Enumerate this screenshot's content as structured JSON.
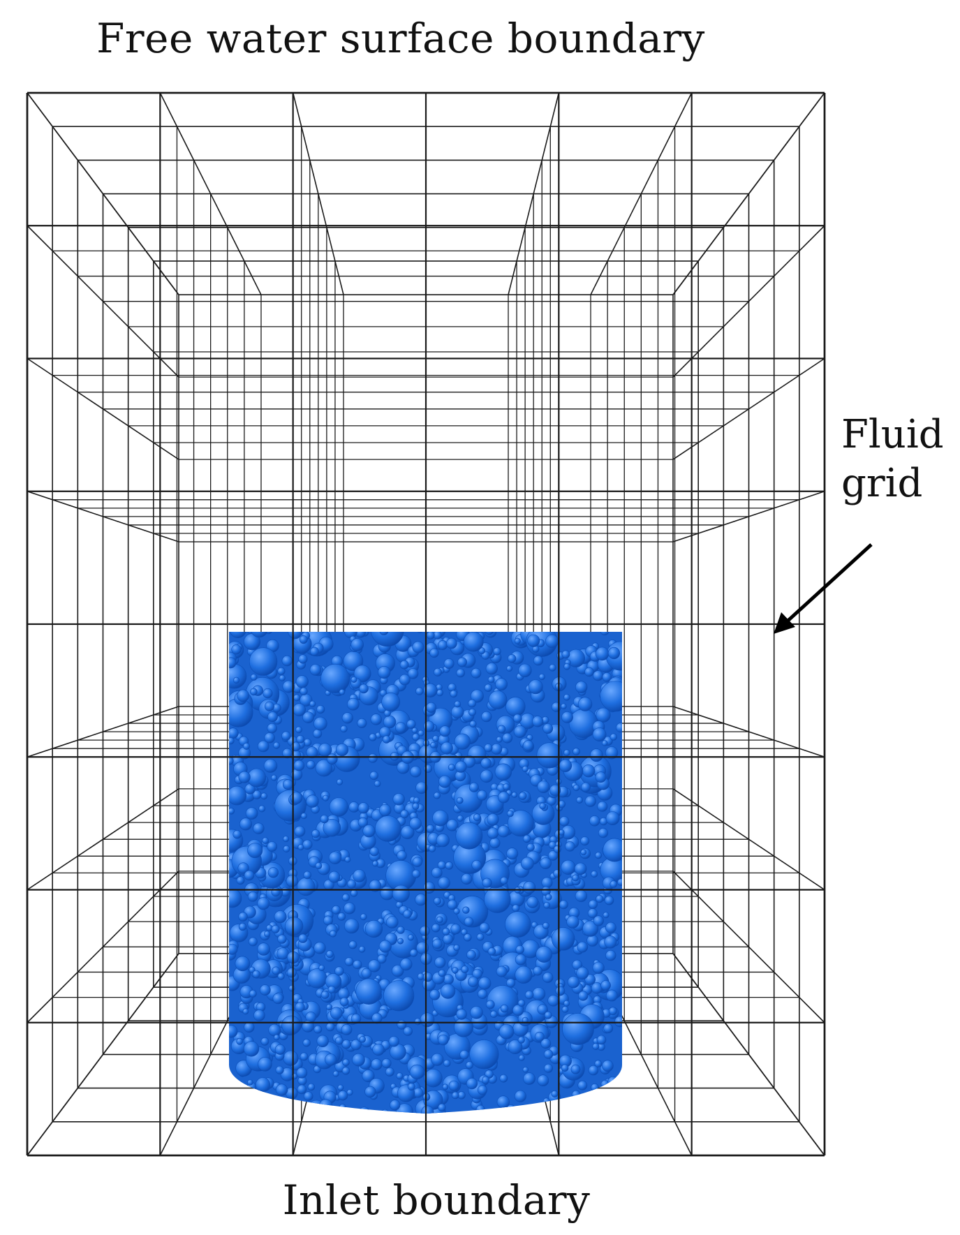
{
  "labels": {
    "top_boundary": "Free water surface boundary",
    "bottom_boundary": "Inlet boundary",
    "fluid_grid_line1": "Fluid",
    "fluid_grid_line2": "grid"
  },
  "colors": {
    "grid_line": "#1a1a1a",
    "particle_fill": "#1f6fe0",
    "particle_shadow": "#0c4fb8",
    "particle_highlight": "#5fa0ff",
    "background": "#ffffff"
  },
  "grid": {
    "columns": 6,
    "rows": 8,
    "depth_layers": 6
  }
}
